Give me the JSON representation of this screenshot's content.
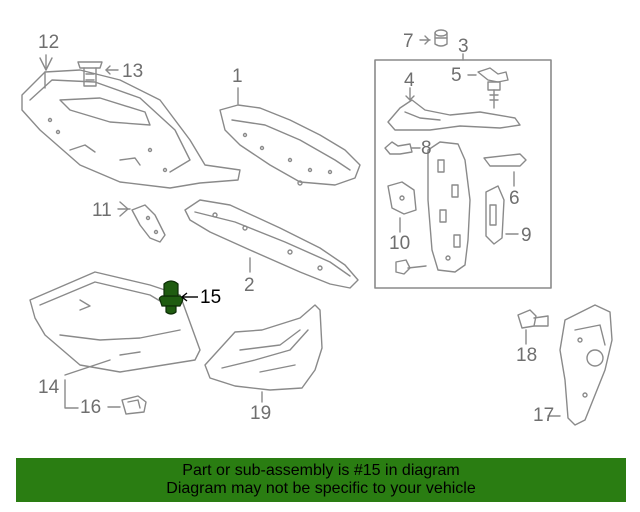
{
  "callouts": {
    "c1": "1",
    "c2": "2",
    "c3": "3",
    "c4": "4",
    "c5": "5",
    "c6": "6",
    "c7": "7",
    "c8": "8",
    "c9": "9",
    "c10": "10",
    "c11": "11",
    "c12": "12",
    "c13": "13",
    "c14": "14",
    "c15": "15",
    "c16": "16",
    "c17": "17",
    "c18": "18",
    "c19": "19"
  },
  "highlight": {
    "part_number": "15",
    "part_color": "#1f5c10"
  },
  "banner": {
    "line1": "Part or sub-assembly is #15 in diagram",
    "line2": "Diagram may not be specific to your vehicle",
    "background": "#2a7d12"
  }
}
